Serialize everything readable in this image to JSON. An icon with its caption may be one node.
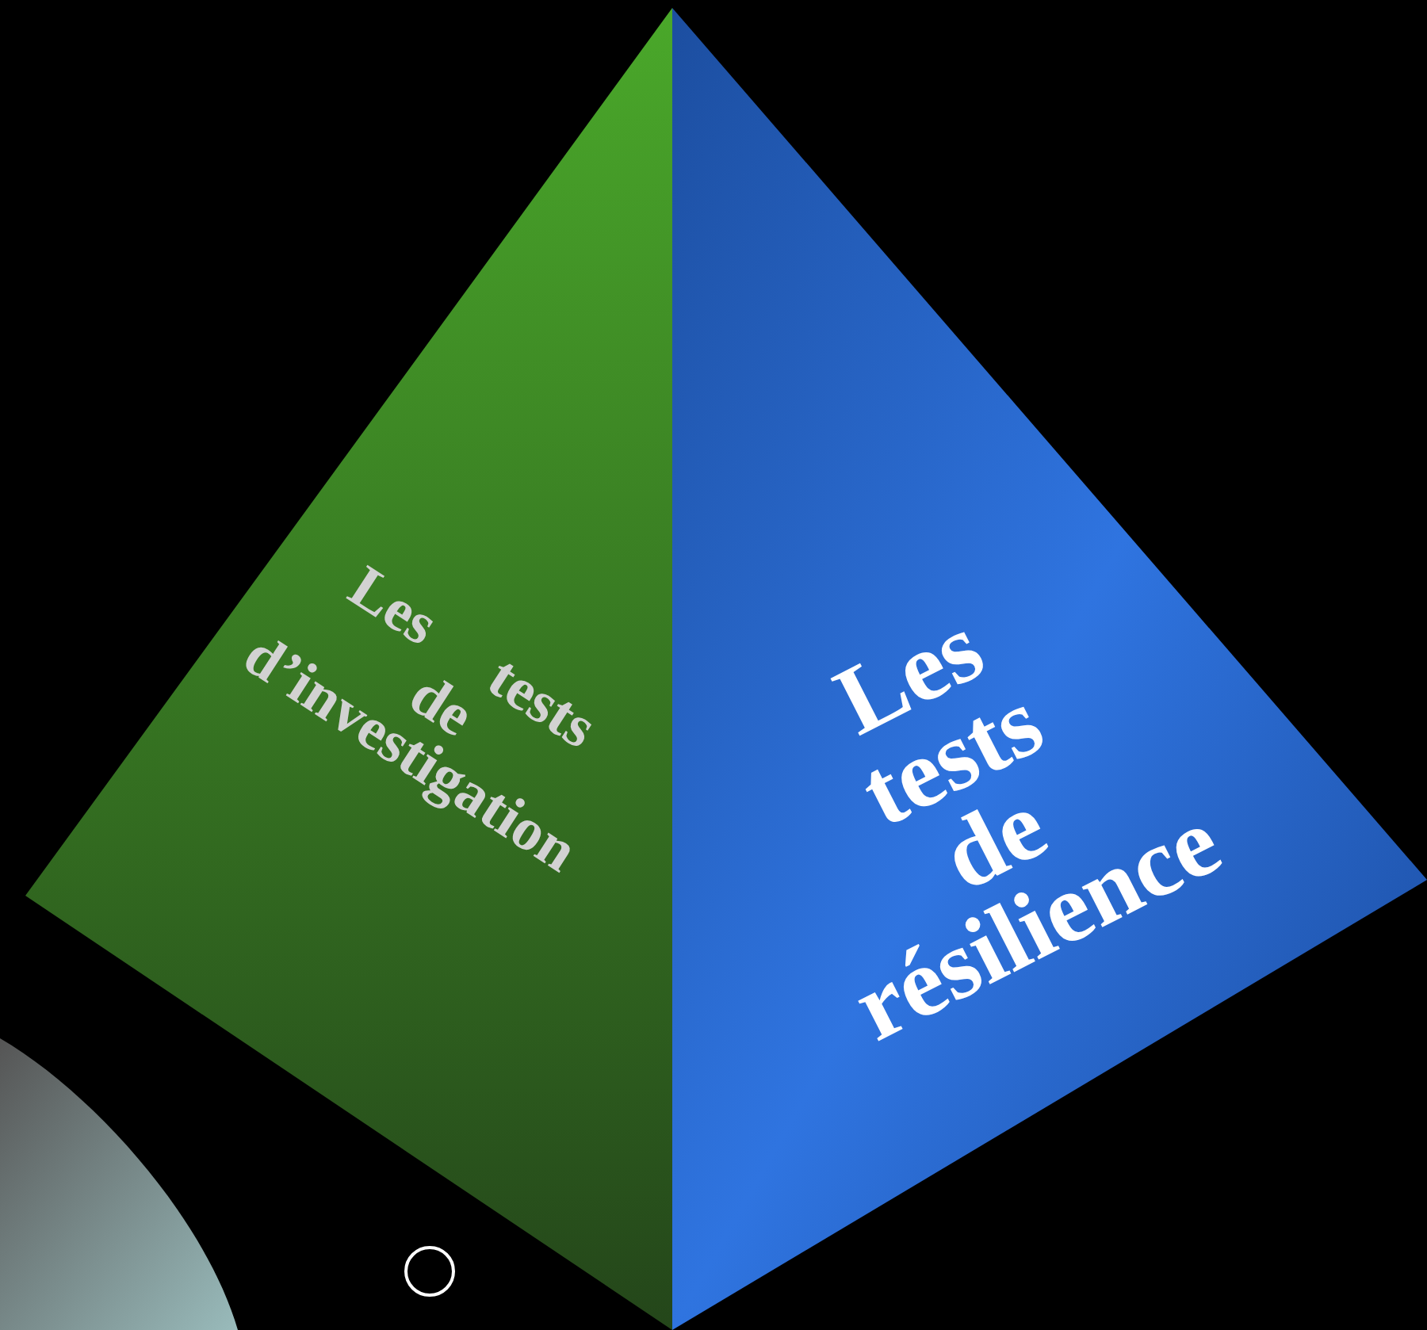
{
  "diagram": {
    "nodes": [
      {
        "text": [
          "Les tests de d’investigation"
        ]
      },
      {
        "text": [
          "Les tests de résilience"
        ]
      },
      {
        "text": [],
        "shape": "ellipse"
      },
      {
        "text": [],
        "shape": "circle"
      }
    ],
    "edges": []
  }
}
